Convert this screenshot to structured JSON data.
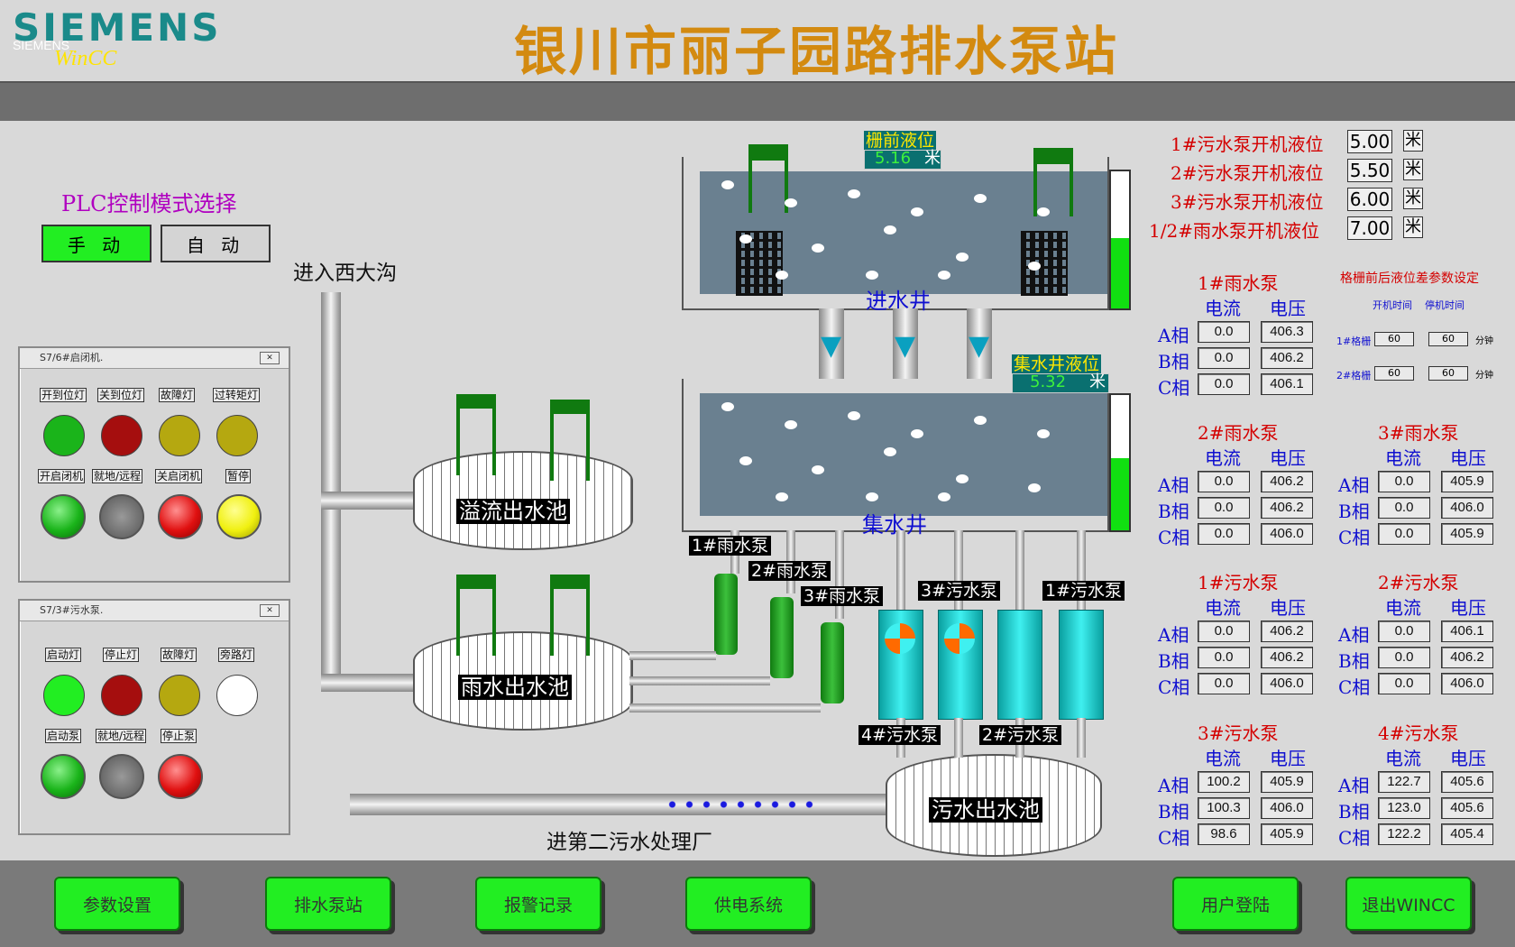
{
  "header": {
    "brand": "SIEMENS",
    "brand_small": "SIEMENS",
    "product": "WinCC",
    "title": "银川市丽子园路排水泵站"
  },
  "mode": {
    "label": "PLC控制模式选择",
    "manual": "手 动",
    "auto": "自 动"
  },
  "labels": {
    "west_ditch": "进入西大沟",
    "sewage_plant": "进第二污水处理厂",
    "inlet_well": "进水井",
    "collect_well": "集水井",
    "overflow_pool": "溢流出水池",
    "rain_pool": "雨水出水池",
    "sewage_pool": "污水出水池"
  },
  "grille_level": {
    "title": "栅前液位",
    "value": "5.16",
    "unit": "米"
  },
  "collect_level": {
    "title": "集水井液位",
    "value": "5.32",
    "unit": "米"
  },
  "pump_tags": [
    "1#雨水泵",
    "2#雨水泵",
    "3#雨水泵",
    "3#污水泵",
    "1#污水泵",
    "4#污水泵",
    "2#污水泵"
  ],
  "panel1": {
    "title": "S7/6#启闭机.",
    "lamp_labels": [
      "开到位灯",
      "关到位灯",
      "故障灯",
      "过转矩灯"
    ],
    "btn_labels": [
      "开启闭机",
      "就地/远程",
      "关启闭机",
      "暂停"
    ]
  },
  "panel2": {
    "title": "S7/3#污水泵.",
    "lamp_labels": [
      "启动灯",
      "停止灯",
      "故障灯",
      "旁路灯"
    ],
    "btn_labels": [
      "启动泵",
      "就地/远程",
      "停止泵"
    ]
  },
  "setpoints": [
    {
      "label": "1#污水泵开机液位",
      "value": "5.00",
      "unit": "米"
    },
    {
      "label": "2#污水泵开机液位",
      "value": "5.50",
      "unit": "米"
    },
    {
      "label": "3#污水泵开机液位",
      "value": "6.00",
      "unit": "米"
    },
    {
      "label": "1/2#雨水泵开机液位",
      "value": "7.00",
      "unit": "米"
    }
  ],
  "grille_params": {
    "title": "格栅前后液位差参数设定",
    "col_on": "开机时间",
    "col_off": "停机时间",
    "rows": [
      {
        "name": "1#格栅",
        "on": "60",
        "off": "60",
        "unit": "分钟"
      },
      {
        "name": "2#格栅",
        "on": "60",
        "off": "60",
        "unit": "分钟"
      }
    ]
  },
  "col_current": "电流",
  "col_voltage": "电压",
  "phases": [
    "A相",
    "B相",
    "C相"
  ],
  "pumps": [
    {
      "name": "1#雨水泵",
      "current": [
        "0.0",
        "0.0",
        "0.0"
      ],
      "voltage": [
        "406.3",
        "406.2",
        "406.1"
      ]
    },
    {
      "name": "2#雨水泵",
      "current": [
        "0.0",
        "0.0",
        "0.0"
      ],
      "voltage": [
        "406.2",
        "406.2",
        "406.0"
      ]
    },
    {
      "name": "3#雨水泵",
      "current": [
        "0.0",
        "0.0",
        "0.0"
      ],
      "voltage": [
        "405.9",
        "406.0",
        "405.9"
      ]
    },
    {
      "name": "1#污水泵",
      "current": [
        "0.0",
        "0.0",
        "0.0"
      ],
      "voltage": [
        "406.2",
        "406.2",
        "406.0"
      ]
    },
    {
      "name": "2#污水泵",
      "current": [
        "0.0",
        "0.0",
        "0.0"
      ],
      "voltage": [
        "406.1",
        "406.2",
        "406.0"
      ]
    },
    {
      "name": "3#污水泵",
      "current": [
        "100.2",
        "100.3",
        "98.6"
      ],
      "voltage": [
        "405.9",
        "406.0",
        "405.9"
      ]
    },
    {
      "name": "4#污水泵",
      "current": [
        "122.7",
        "123.0",
        "122.2"
      ],
      "voltage": [
        "405.6",
        "405.6",
        "405.4"
      ]
    }
  ],
  "nav": [
    "参数设置",
    "排水泵站",
    "报警记录",
    "供电系统",
    "用户登陆",
    "退出WINCC"
  ],
  "colors": {
    "title": "#d38a10",
    "pump_label": "#d40000",
    "phase": "#1010d0",
    "nav_button": "#22ee22",
    "water": "#6a8090"
  }
}
